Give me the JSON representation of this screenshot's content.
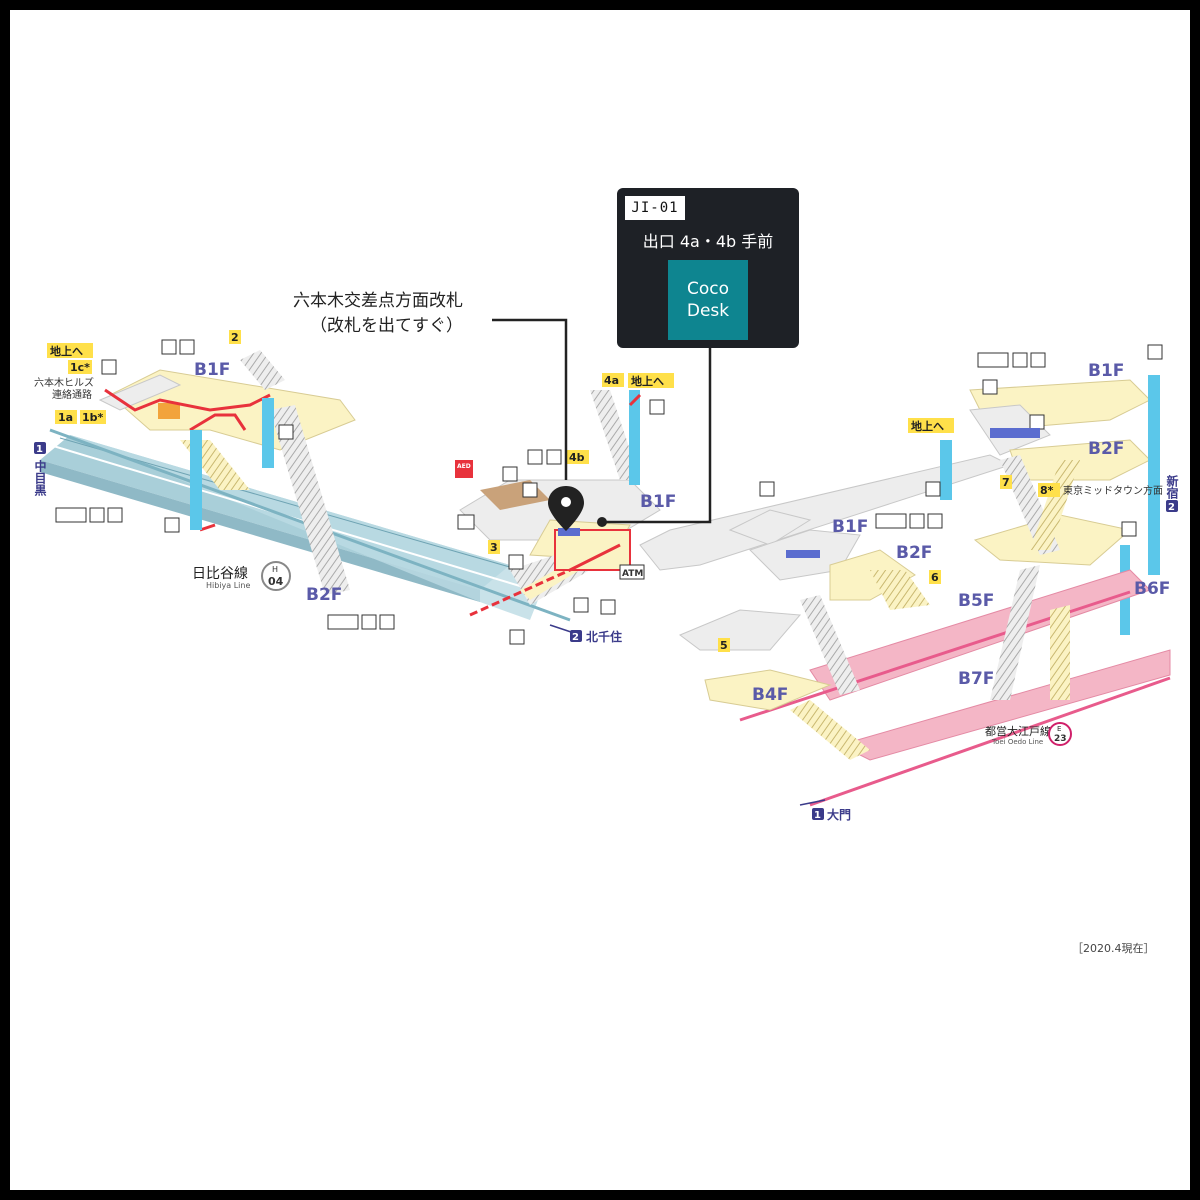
{
  "popup": {
    "id": "JI-01",
    "location": "出口 4a・4b 手前",
    "logo_line1": "Coco",
    "logo_line2": "Desk"
  },
  "callout": {
    "line1": "六本木交差点方面改札",
    "line2": "（改札を出てすぐ）"
  },
  "floors": {
    "left_b1f": "B1F",
    "left_b2f": "B2F",
    "center_b1f": "B1F",
    "right_b1f_mid": "B1F",
    "right_b2f_mid": "B2F",
    "right_b1f_top": "B1F",
    "right_b2f_top": "B2F",
    "b4f": "B4F",
    "b5f": "B5F",
    "b6f": "B6F",
    "b7f": "B7F"
  },
  "exits": {
    "chijo_left": "地上へ",
    "e1c": "1c*",
    "e1a": "1a",
    "e1b": "1b*",
    "e2": "2",
    "e3": "3",
    "e4a": "4a",
    "chijo_4a": "地上へ",
    "e4b": "4b",
    "chijo_right": "地上へ",
    "e5": "5",
    "e6": "6",
    "e7": "7",
    "e8": "8*"
  },
  "labels": {
    "hills_line1": "六本木ヒルズ",
    "hills_line2": "連絡通路",
    "to_nakameguro": "中目黒",
    "to_nakameguro_num": "1",
    "to_kitasenju": "北千住",
    "to_kitasenju_num": "2",
    "to_shinjuku": "新宿",
    "to_shinjuku_num": "2",
    "to_daimon": "大門",
    "to_daimon_num": "1",
    "midtown": "東京ミッドタウン方面",
    "hibiya_jp": "日比谷線",
    "hibiya_en": "Hibiya Line",
    "hibiya_code_letter": "H",
    "hibiya_code_num": "04",
    "oedo_jp": "都営大江戸線",
    "oedo_en": "Toei Oedo Line",
    "oedo_code_letter": "E",
    "oedo_code_num": "23",
    "atm": "ATM",
    "aed": "AED",
    "date": "［2020.4現在］"
  },
  "colors": {
    "hibiya_line": "#a9cfd9",
    "oedo_line": "#f4b6c6",
    "concourse": "#fbf3c4",
    "passage": "#ededed",
    "elevator": "#5bc7ea",
    "route_red": "#e8323c",
    "exit_yellow": "#ffe04a",
    "popup_bg": "#1e2126",
    "logo_teal": "#0e8590",
    "floor_text": "#5a5aa8"
  }
}
